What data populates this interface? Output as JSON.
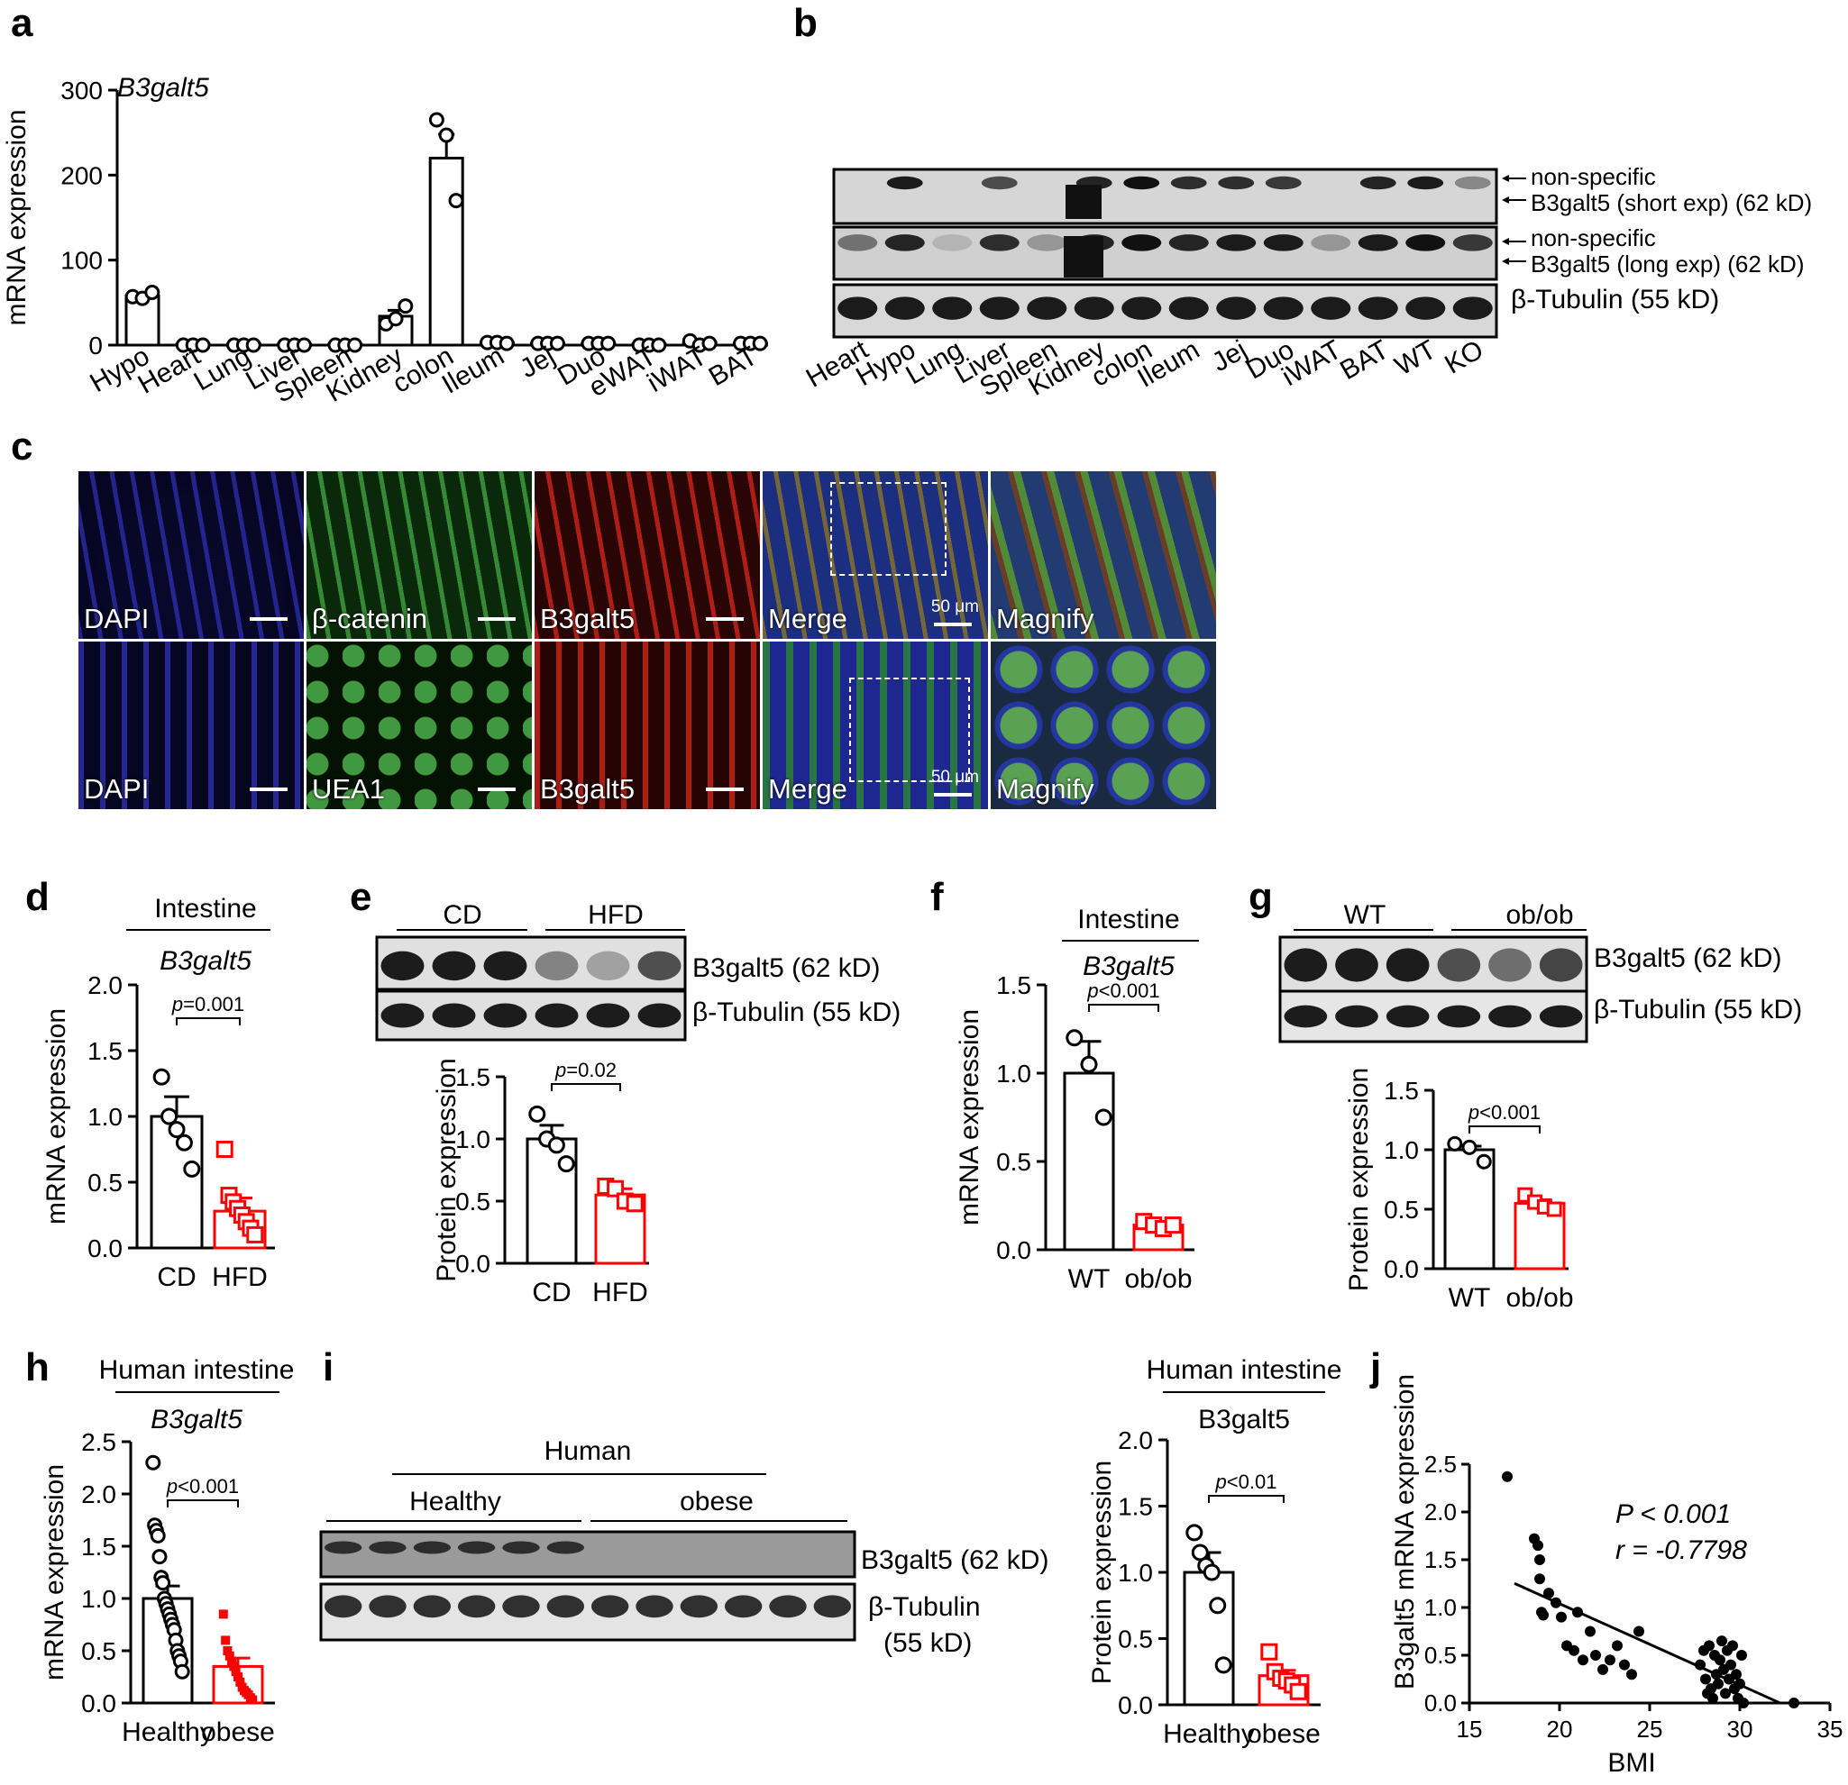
{
  "panel_letters": [
    "a",
    "b",
    "c",
    "d",
    "e",
    "f",
    "g",
    "h",
    "i",
    "j"
  ],
  "colors": {
    "control": "#000000",
    "treated": "#ff0000"
  },
  "panel_a": {
    "letter": "a",
    "gene": "B3galt5",
    "ylabel": "mRNA expression",
    "yticks": [
      "0",
      "100",
      "200",
      "300"
    ],
    "ylim": [
      0,
      300
    ],
    "categories": [
      "Hypo",
      "Heart",
      "Lung",
      "Liver",
      "Spleen",
      "Kidney",
      "colon",
      "Ileum",
      "Jej",
      "Duo",
      "eWAT",
      "iWAT",
      "BAT"
    ]
  },
  "panel_b": {
    "letter": "b",
    "labels_right": [
      "non-specific",
      "B3galt5 (short exp) (62 kD)",
      "non-specific",
      "B3galt5 (long exp) (62 kD)",
      "β-Tubulin (55 kD)"
    ],
    "lanes": [
      "Heart",
      "Hypo",
      "Lung",
      "Liver",
      "Spleen",
      "Kidney",
      "colon",
      "Ileum",
      "Jej",
      "Duo",
      "iWAT",
      "BAT",
      "WT",
      "KO"
    ]
  },
  "panel_c": {
    "letter": "c",
    "row1": [
      "DAPI",
      "β-catenin",
      "B3galt5",
      "Merge",
      "Magnify"
    ],
    "row2": [
      "DAPI",
      "UEA1",
      "B3galt5",
      "Merge",
      "Magnify"
    ],
    "scale": "50 μm"
  },
  "panel_d": {
    "letter": "d",
    "header": "Intestine",
    "gene": "B3galt5",
    "ylabel": "mRNA expression",
    "yticks": [
      "0.0",
      "0.5",
      "1.0",
      "1.5",
      "2.0"
    ],
    "pvalue": "p=0.001",
    "groups": [
      "CD",
      "HFD"
    ]
  },
  "panel_e": {
    "letter": "e",
    "group_headers": [
      "CD",
      "HFD"
    ],
    "blot_labels": [
      "B3galt5 (62 kD)",
      "β-Tubulin (55 kD)"
    ],
    "ylabel": "Protein expression",
    "yticks": [
      "0.0",
      "0.5",
      "1.0",
      "1.5"
    ],
    "pvalue": "p=0.02",
    "groups": [
      "CD",
      "HFD"
    ]
  },
  "panel_f": {
    "letter": "f",
    "header": "Intestine",
    "gene": "B3galt5",
    "ylabel": "mRNA expression",
    "yticks": [
      "0.0",
      "0.5",
      "1.0",
      "1.5"
    ],
    "pvalue": "p<0.001",
    "groups": [
      "WT",
      "ob/ob"
    ]
  },
  "panel_g": {
    "letter": "g",
    "group_headers": [
      "WT",
      "ob/ob"
    ],
    "blot_labels": [
      "B3galt5 (62 kD)",
      "β-Tubulin (55 kD)"
    ],
    "ylabel": "Protein expression",
    "yticks": [
      "0.0",
      "0.5",
      "1.0",
      "1.5"
    ],
    "pvalue": "p<0.001",
    "groups": [
      "WT",
      "ob/ob"
    ]
  },
  "panel_h": {
    "letter": "h",
    "header": "Human intestine",
    "gene": "B3galt5",
    "ylabel": "mRNA expression",
    "yticks": [
      "0.0",
      "0.5",
      "1.0",
      "1.5",
      "2.0",
      "2.5"
    ],
    "pvalue": "p<0.001",
    "groups": [
      "Healthy",
      "obese"
    ]
  },
  "panel_i": {
    "letter": "i",
    "top": "Human",
    "groups_blot": [
      "Healthy",
      "obese"
    ],
    "blot_labels": [
      "B3galt5 (62 kD)",
      "β-Tubulin",
      "(55 kD)"
    ],
    "header": "Human intestine",
    "gene": "B3galt5",
    "ylabel": "Protein expression",
    "yticks": [
      "0.0",
      "0.5",
      "1.0",
      "1.5",
      "2.0"
    ],
    "pvalue": "p<0.01",
    "groups": [
      "Healthy",
      "obese"
    ]
  },
  "panel_j": {
    "letter": "j",
    "xlabel": "BMI",
    "ylabel": "B3galt5 mRNA expression",
    "xticks": [
      "15",
      "20",
      "25",
      "30",
      "35"
    ],
    "yticks": [
      "0.0",
      "0.5",
      "1.0",
      "1.5",
      "2.0",
      "2.5"
    ],
    "stat_p": "P < 0.001",
    "stat_r": "r = -0.7798"
  },
  "chart_data": [
    {
      "panel": "a",
      "type": "bar",
      "ylabel": "mRNA expression",
      "ylim": [
        0,
        300
      ],
      "categories": [
        "Hypo",
        "Heart",
        "Lung",
        "Liver",
        "Spleen",
        "Kidney",
        "colon",
        "Ileum",
        "Jej",
        "Duo",
        "eWAT",
        "iWAT",
        "BAT"
      ],
      "values": [
        58,
        1,
        1,
        1,
        1,
        34,
        220,
        3,
        2,
        2,
        1,
        3,
        2
      ],
      "errors": [
        3,
        0,
        0,
        0,
        0,
        7,
        28,
        1,
        1,
        1,
        0,
        1,
        1
      ],
      "points": [
        [
          57,
          55,
          62
        ],
        [
          0,
          0,
          0
        ],
        [
          0,
          0,
          0
        ],
        [
          0,
          0,
          0
        ],
        [
          0,
          0,
          0
        ],
        [
          25,
          31,
          46
        ],
        [
          265,
          247,
          170
        ],
        [
          3,
          3,
          2
        ],
        [
          2,
          2,
          2
        ],
        [
          2,
          2,
          2
        ],
        [
          0,
          0,
          0
        ],
        [
          5,
          0,
          2
        ],
        [
          2,
          2,
          2
        ]
      ]
    },
    {
      "panel": "d",
      "type": "bar",
      "ylabel": "mRNA expression",
      "ylim": [
        0,
        2.0
      ],
      "categories": [
        "CD",
        "HFD"
      ],
      "values": [
        1.0,
        0.28
      ],
      "errors": [
        0.15,
        0.1
      ],
      "points": [
        [
          1.3,
          1.0,
          0.9,
          0.8,
          0.6
        ],
        [
          0.75,
          0.4,
          0.35,
          0.3,
          0.25,
          0.2,
          0.15,
          0.1
        ]
      ],
      "pvalue": "p=0.001"
    },
    {
      "panel": "e",
      "type": "bar",
      "ylabel": "Protein expression",
      "ylim": [
        0,
        1.5
      ],
      "categories": [
        "CD",
        "HFD"
      ],
      "values": [
        1.0,
        0.55
      ],
      "errors": [
        0.11,
        0.05
      ],
      "points": [
        [
          1.2,
          1.0,
          0.95,
          0.8
        ],
        [
          0.62,
          0.6,
          0.5,
          0.48
        ]
      ],
      "pvalue": "p=0.02"
    },
    {
      "panel": "f",
      "type": "bar",
      "ylabel": "mRNA expression",
      "ylim": [
        0,
        1.5
      ],
      "categories": [
        "WT",
        "ob/ob"
      ],
      "values": [
        1.0,
        0.14
      ],
      "errors": [
        0.18,
        0.02
      ],
      "points": [
        [
          1.2,
          1.05,
          0.75
        ],
        [
          0.16,
          0.14,
          0.12,
          0.14
        ]
      ],
      "pvalue": "p<0.001"
    },
    {
      "panel": "g",
      "type": "bar",
      "ylabel": "Protein expression",
      "ylim": [
        0,
        1.5
      ],
      "categories": [
        "WT",
        "ob/ob"
      ],
      "values": [
        1.0,
        0.55
      ],
      "errors": [
        0.03,
        0.03
      ],
      "points": [
        [
          1.05,
          1.02,
          0.9
        ],
        [
          0.62,
          0.56,
          0.52,
          0.5
        ]
      ],
      "pvalue": "p<0.001"
    },
    {
      "panel": "h",
      "type": "bar",
      "ylabel": "mRNA expression",
      "ylim": [
        0,
        2.5
      ],
      "categories": [
        "Healthy",
        "obese"
      ],
      "values": [
        1.0,
        0.35
      ],
      "errors": [
        0.12,
        0.08
      ],
      "points": [
        [
          2.3,
          1.7,
          1.65,
          1.6,
          1.4,
          1.2,
          1.15,
          1.0,
          0.95,
          0.9,
          0.85,
          0.8,
          0.75,
          0.7,
          0.6,
          0.5,
          0.45,
          0.4,
          0.3
        ],
        [
          0.85,
          0.6,
          0.5,
          0.45,
          0.4,
          0.35,
          0.3,
          0.25,
          0.2,
          0.15,
          0.12,
          0.1,
          0.08,
          0.05,
          0.03
        ]
      ],
      "pvalue": "p<0.001"
    },
    {
      "panel": "i",
      "type": "bar",
      "ylabel": "Protein expression",
      "ylim": [
        0,
        2.0
      ],
      "categories": [
        "Healthy",
        "obese"
      ],
      "values": [
        1.0,
        0.22
      ],
      "errors": [
        0.15,
        0.04
      ],
      "points": [
        [
          1.3,
          1.15,
          1.05,
          1.0,
          0.75,
          0.3
        ],
        [
          0.4,
          0.25,
          0.2,
          0.18,
          0.15,
          0.1
        ]
      ],
      "pvalue": "p<0.01"
    },
    {
      "panel": "j",
      "type": "scatter",
      "xlabel": "BMI",
      "ylabel": "B3galt5 mRNA expression",
      "xlim": [
        15,
        35
      ],
      "ylim": [
        0,
        2.5
      ],
      "x": [
        17.1,
        18.6,
        18.8,
        18.9,
        19.0,
        19.1,
        18.9,
        19.4,
        19.8,
        20.1,
        20.4,
        20.8,
        21.0,
        21.3,
        21.7,
        22.0,
        22.4,
        22.8,
        23.2,
        23.6,
        24.0,
        24.4,
        27.8,
        28.0,
        28.1,
        28.2,
        28.3,
        28.4,
        28.5,
        28.6,
        28.7,
        28.8,
        28.9,
        29.0,
        29.1,
        29.2,
        29.3,
        29.4,
        29.5,
        29.6,
        29.7,
        29.8,
        29.9,
        30.0,
        30.1,
        30.2,
        33.0
      ],
      "y": [
        2.37,
        1.72,
        1.65,
        1.3,
        0.95,
        0.92,
        1.5,
        1.15,
        1.05,
        0.9,
        0.6,
        0.55,
        0.95,
        0.45,
        0.75,
        0.5,
        0.35,
        0.45,
        0.6,
        0.4,
        0.3,
        0.75,
        0.4,
        0.55,
        0.25,
        0.1,
        0.6,
        0.15,
        0.05,
        0.5,
        0.3,
        0.2,
        0.45,
        0.65,
        0.35,
        0.1,
        0.55,
        0.25,
        0.4,
        0.6,
        0.15,
        0.3,
        0.05,
        0.2,
        0.5,
        0.0,
        0.0
      ],
      "fit": {
        "slope": -0.085,
        "intercept": 2.74
      },
      "stats": {
        "P": "P < 0.001",
        "r": "r = -0.7798"
      }
    }
  ]
}
